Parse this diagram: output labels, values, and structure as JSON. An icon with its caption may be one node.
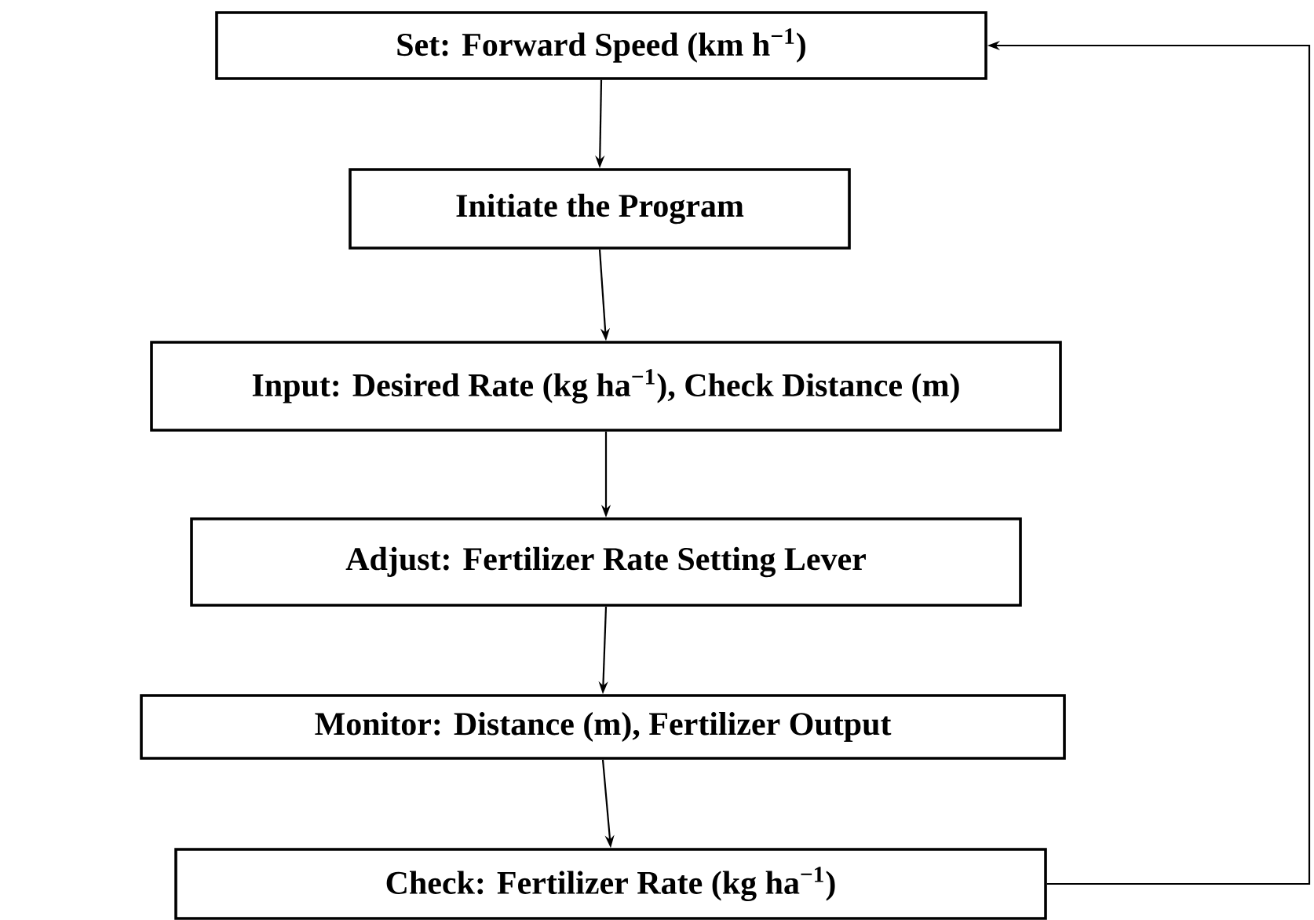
{
  "diagram": {
    "nodes": [
      {
        "text": [
          "Set: Forward Speed (km h$^{−1}$)"
        ]
      },
      {
        "text": [
          "Initiate the Program"
        ]
      },
      {
        "text": [
          "Input: Desired Rate (kg ha$^{−1}$), Check Distance (m)"
        ]
      },
      {
        "text": [
          "Adjust: Fertilizer Rate Setting Lever"
        ]
      },
      {
        "text": [
          "Monitor: Distance (m), Fertilizer Output"
        ]
      },
      {
        "text": [
          "Check: Fertilizer Rate (kg ha$^{−1}$)"
        ]
      }
    ],
    "edges": [
      {
        "from": 0,
        "to": 1,
        "arrow": "to"
      },
      {
        "from": 1,
        "to": 2,
        "arrow": "to"
      },
      {
        "from": 2,
        "to": 3,
        "arrow": "to"
      },
      {
        "from": 3,
        "to": 4,
        "arrow": "to"
      },
      {
        "from": 4,
        "to": 5,
        "arrow": "to"
      },
      {
        "from": 5,
        "to": 0,
        "arrow": "to"
      }
    ]
  }
}
